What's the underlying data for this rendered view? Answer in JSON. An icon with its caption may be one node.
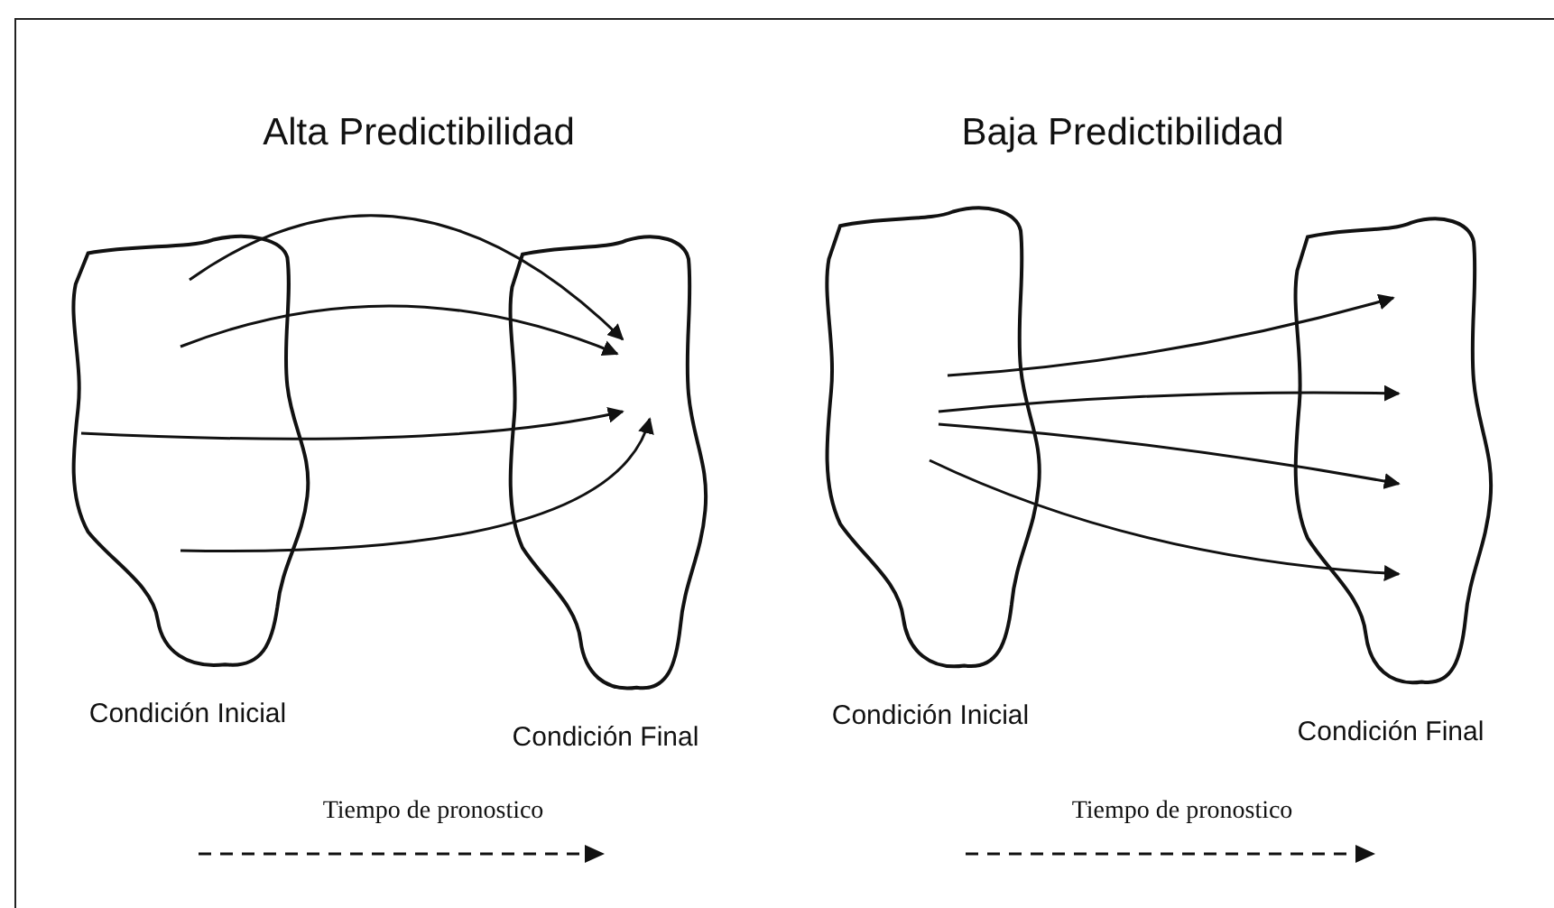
{
  "diagram": {
    "nodes": [
      {
        "text": [
          "Condición Inicial"
        ]
      },
      {
        "text": [
          "Condición Final"
        ]
      },
      {
        "text": [
          "Condición Inicial"
        ]
      },
      {
        "text": [
          "Condición Final"
        ]
      }
    ],
    "edges": [
      {
        "from": 0,
        "to": 1,
        "arrow": "to"
      },
      {
        "from": 0,
        "to": 1,
        "arrow": "to"
      },
      {
        "from": 0,
        "to": 1,
        "arrow": "to"
      },
      {
        "from": 0,
        "to": 1,
        "arrow": "to"
      },
      {
        "from": 2,
        "to": 3,
        "arrow": "to"
      },
      {
        "from": 2,
        "to": 3,
        "arrow": "to"
      },
      {
        "from": 2,
        "to": 3,
        "arrow": "to"
      },
      {
        "from": 2,
        "to": 3,
        "arrow": "to"
      }
    ],
    "labels": [
      "Alta Predictibilidad",
      "Baja Predictibilidad",
      "Tiempo de pronostico",
      "Tiempo de pronostico"
    ]
  }
}
